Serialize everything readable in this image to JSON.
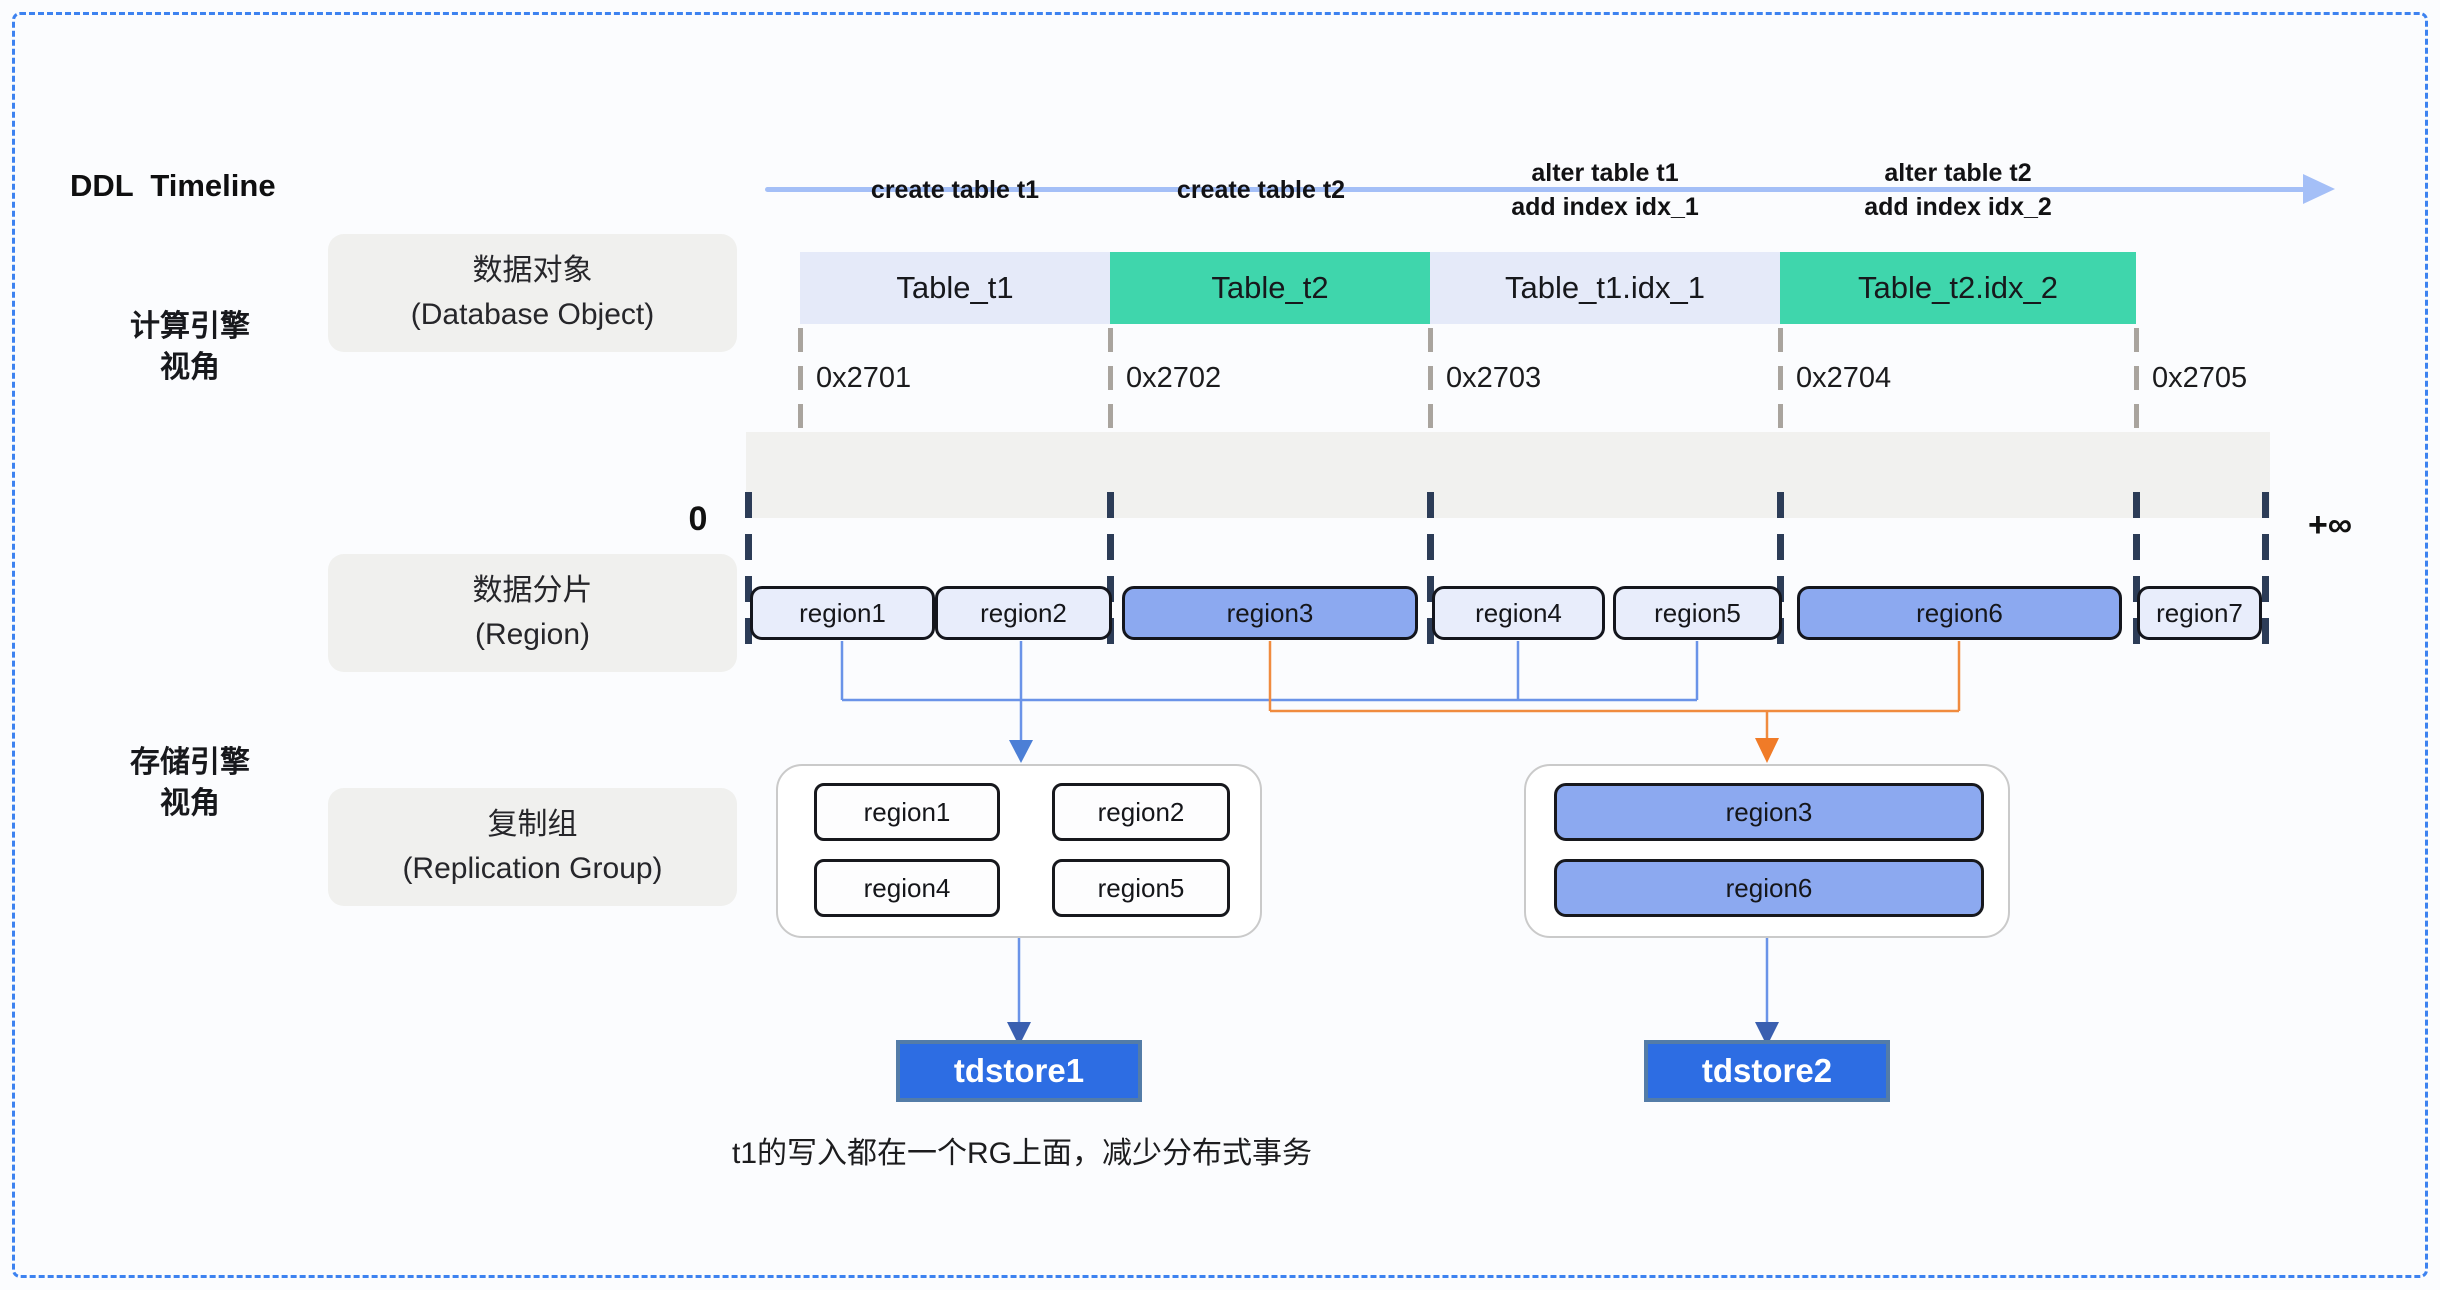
{
  "colors": {
    "frame_blue": "#3D82F0",
    "timeline_blue": "#A4BFF7",
    "table_lavender": "#E5EAF9",
    "table_green": "#3FD6AC",
    "region_light": "#E8EDFB",
    "region_blue": "#8CA9F0",
    "dark_dash": "#2C3C57",
    "gray_dash": "#A9A49E",
    "band_gray": "#F1F1EF",
    "label_box_gray": "#F0F0EE",
    "link_blue": "#6A93E8",
    "link_orange": "#F08B3F",
    "store_blue": "#2D6DE3"
  },
  "timeline": {
    "title": "DDL  Timeline",
    "events": [
      {
        "lines": [
          "create table t1"
        ]
      },
      {
        "lines": [
          "create table t2"
        ]
      },
      {
        "lines": [
          "alter table t1",
          "add index idx_1"
        ]
      },
      {
        "lines": [
          "alter table t2",
          "add index idx_2"
        ]
      }
    ]
  },
  "compute_view": {
    "perspective_lines": [
      "计算引擎",
      "视角"
    ],
    "object_label_lines": [
      "数据对象",
      "(Database Object)"
    ],
    "tables": [
      {
        "name": "Table_t1",
        "variant": "lavender"
      },
      {
        "name": "Table_t2",
        "variant": "green"
      },
      {
        "name": "Table_t1.idx_1",
        "variant": "lavender"
      },
      {
        "name": "Table_t2.idx_2",
        "variant": "green"
      }
    ],
    "versions": [
      "0x2701",
      "0x2702",
      "0x2703",
      "0x2704",
      "0x2705"
    ]
  },
  "axis": {
    "start": "0",
    "end": "+∞"
  },
  "region_view": {
    "label_lines": [
      "数据分片",
      "(Region)"
    ],
    "regions": [
      {
        "name": "region1",
        "variant": "light"
      },
      {
        "name": "region2",
        "variant": "light"
      },
      {
        "name": "region3",
        "variant": "blue"
      },
      {
        "name": "region4",
        "variant": "light"
      },
      {
        "name": "region5",
        "variant": "light"
      },
      {
        "name": "region6",
        "variant": "blue"
      },
      {
        "name": "region7",
        "variant": "light"
      }
    ]
  },
  "storage_view": {
    "perspective_lines": [
      "存储引擎",
      "视角"
    ],
    "rg_label_lines": [
      "复制组",
      "(Replication Group)"
    ],
    "rg1_members": [
      "region1",
      "region2",
      "region4",
      "region5"
    ],
    "rg2_members": [
      "region3",
      "region6"
    ],
    "stores": [
      "tdstore1",
      "tdstore2"
    ]
  },
  "caption": "t1的写入都在一个RG上面，减少分布式事务"
}
